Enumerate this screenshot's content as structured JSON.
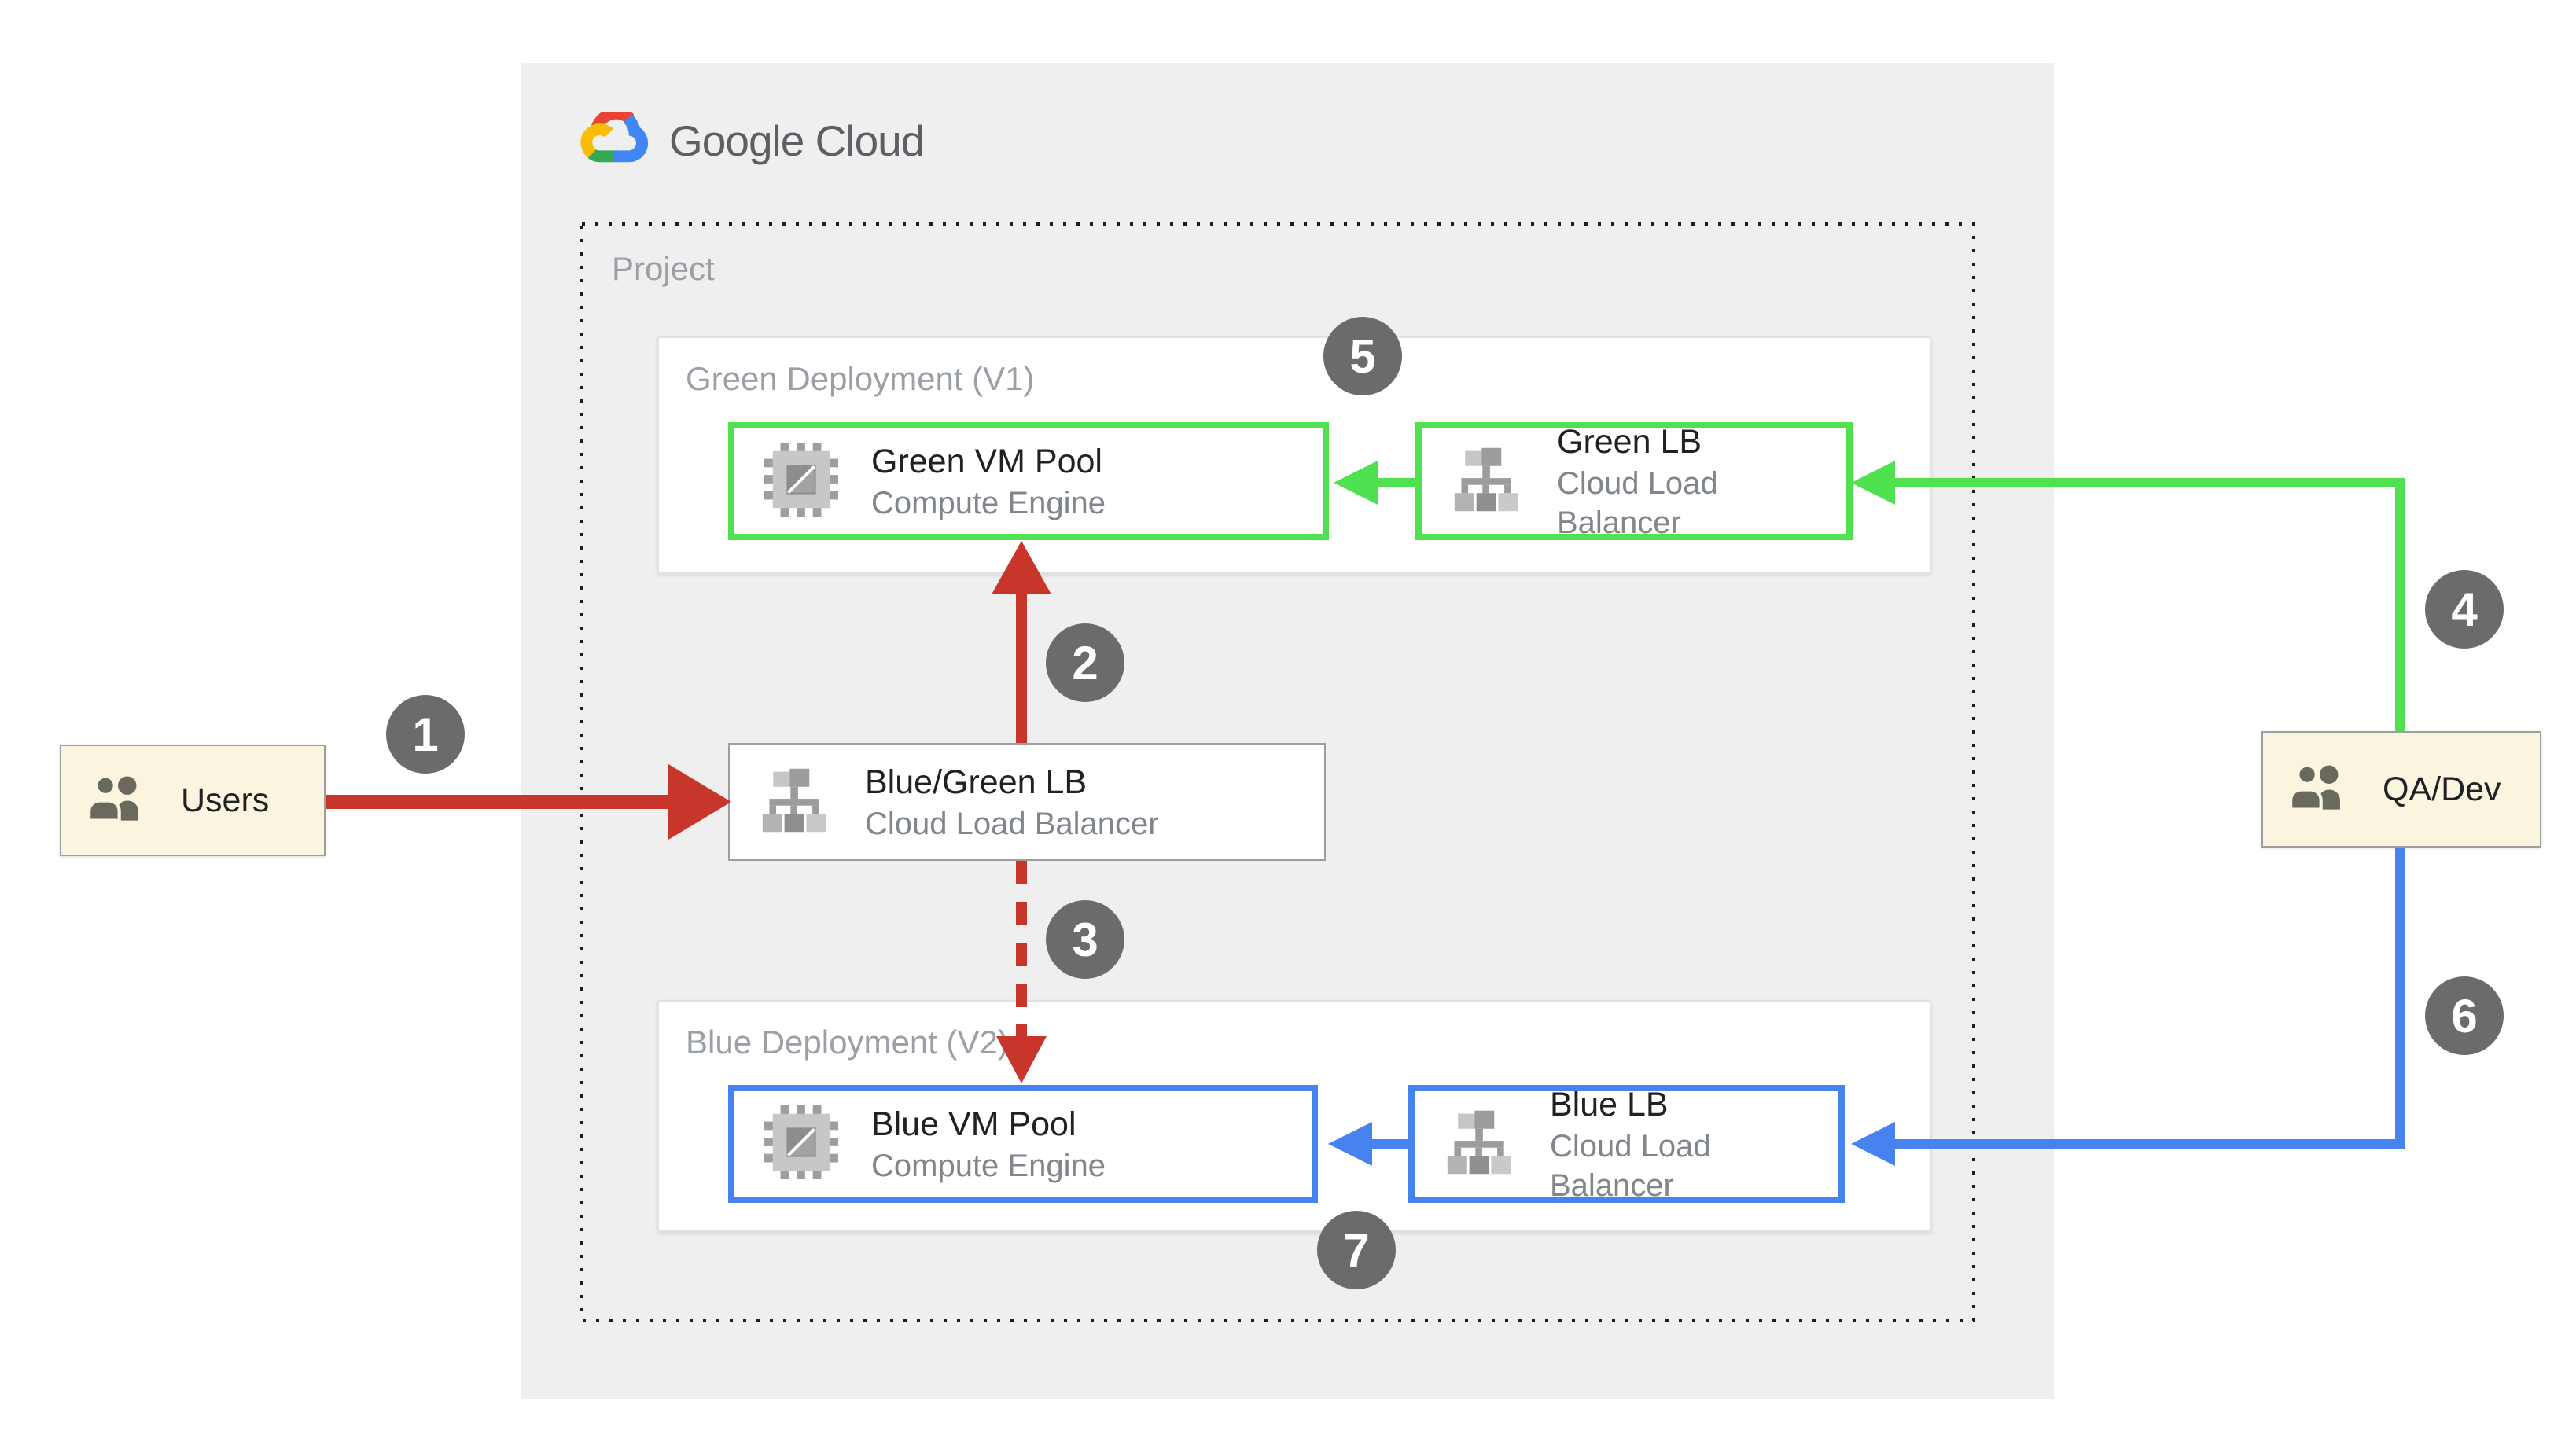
{
  "logo": {
    "text": "Google Cloud"
  },
  "project": {
    "label": "Project"
  },
  "deployments": {
    "green": {
      "title": "Green Deployment (V1)",
      "vm": {
        "title": "Green VM Pool",
        "subtitle": "Compute Engine"
      },
      "lb": {
        "title": "Green LB",
        "subtitle": "Cloud Load Balancer"
      }
    },
    "blue": {
      "title": "Blue Deployment (V2)",
      "vm": {
        "title": "Blue VM Pool",
        "subtitle": "Compute Engine"
      },
      "lb": {
        "title": "Blue LB",
        "subtitle": "Cloud Load Balancer"
      }
    }
  },
  "router": {
    "title": "Blue/Green LB",
    "subtitle": "Cloud Load Balancer"
  },
  "actors": {
    "users": {
      "label": "Users"
    },
    "qa": {
      "label": "QA/Dev"
    }
  },
  "steps": [
    "1",
    "2",
    "3",
    "4",
    "5",
    "6",
    "7"
  ],
  "icons": {
    "logo": "google-cloud-icon",
    "compute": "compute-engine-chip-icon",
    "load_balancer": "load-balancer-tree-icon",
    "people": "users-people-icon"
  },
  "colors": {
    "arrow_red": "#c7352b",
    "arrow_green": "#50e150",
    "arrow_blue": "#4683ee",
    "badge_gray": "#6b6b6b",
    "panel_gray": "#efefef",
    "actor_fill": "#fbf5e0",
    "title_text": "#202124",
    "muted_text": "#9aa0a6",
    "subtitle_text": "#80868b"
  }
}
